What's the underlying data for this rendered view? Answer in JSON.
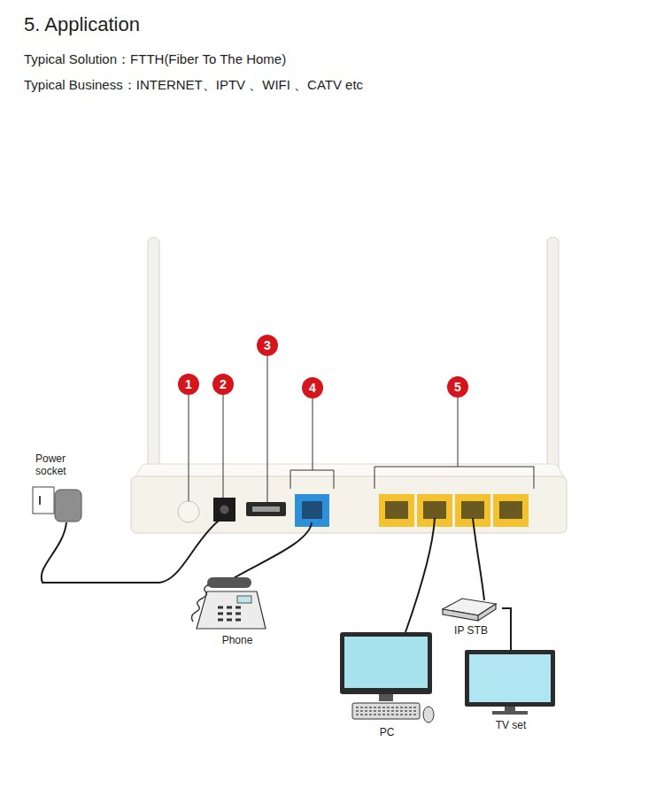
{
  "diagram": {
    "title": "5. Application",
    "nodes": [
      {
        "text": [
          "Power socket"
        ]
      },
      {
        "text": [
          "Phone"
        ]
      },
      {
        "text": [
          "PC"
        ]
      },
      {
        "text": [
          "IP STB"
        ]
      },
      {
        "text": [
          "TV set"
        ]
      }
    ],
    "edges": [
      {
        "from": 3,
        "to": 4,
        "arrow": "none"
      }
    ],
    "labels": [
      "Typical Solution：FTTH(Fiber To The Home)",
      "Typical Business：INTERNET、IPTV 、WIFI 、CATV etc",
      "1",
      "2",
      "3",
      "4",
      "5"
    ]
  }
}
